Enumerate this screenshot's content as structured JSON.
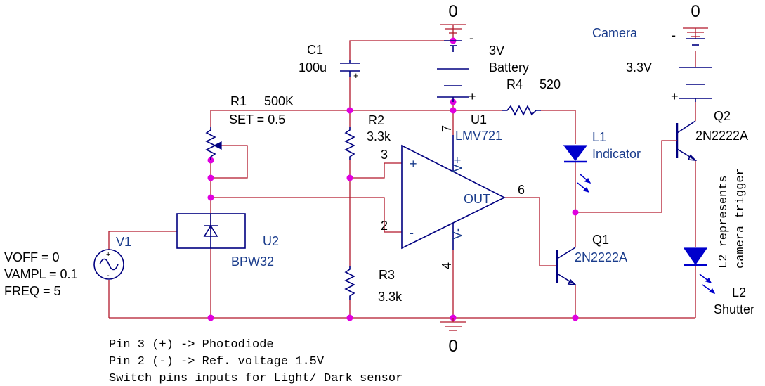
{
  "ground_labels": [
    "0",
    "0",
    "0"
  ],
  "c1": {
    "ref": "C1",
    "value": "100u",
    "plus": "+"
  },
  "battery": {
    "value": "3V",
    "name": "Battery",
    "plus": "+",
    "minus": "-"
  },
  "camera_battery": {
    "title": "Camera",
    "value": "3.3V",
    "plus": "+",
    "minus": "-"
  },
  "r1": {
    "ref": "R1",
    "value": "500K",
    "set": "SET = 0.5"
  },
  "r2": {
    "ref": "R2",
    "value": "3.3k"
  },
  "r3": {
    "ref": "R3",
    "value": "3.3k"
  },
  "r4": {
    "ref": "R4",
    "value": "520"
  },
  "u1": {
    "ref": "U1",
    "part": "LMV721",
    "out": "OUT",
    "vplus": "V+",
    "vminus": "V-",
    "in_plus": "+",
    "in_minus": "-"
  },
  "pins": {
    "p3": "3",
    "p2": "2",
    "p6": "6",
    "p7": "7",
    "p4": "4"
  },
  "u2": {
    "ref": "U2",
    "part": "BPW32"
  },
  "v1": {
    "ref": "V1",
    "voff": "VOFF = 0",
    "vampl": "VAMPL = 0.1",
    "freq": "FREQ = 5"
  },
  "l1": {
    "ref": "L1",
    "name": "Indicator"
  },
  "l2": {
    "ref": "L2",
    "name": "Shutter",
    "note_line1": "L2 represents",
    "note_line2": "camera trigger"
  },
  "q1": {
    "ref": "Q1",
    "part": "2N2222A"
  },
  "q2": {
    "ref": "Q2",
    "part": "2N2222A"
  },
  "notes": [
    "Pin 3 (+) -> Photodiode",
    "Pin 2 (-) -> Ref. voltage 1.5V",
    "Switch pins inputs for Light/ Dark sensor"
  ],
  "colors": {
    "wire": "#b2182b",
    "component": "#000080",
    "led": "#0000cc",
    "junction": "#e000e0"
  }
}
